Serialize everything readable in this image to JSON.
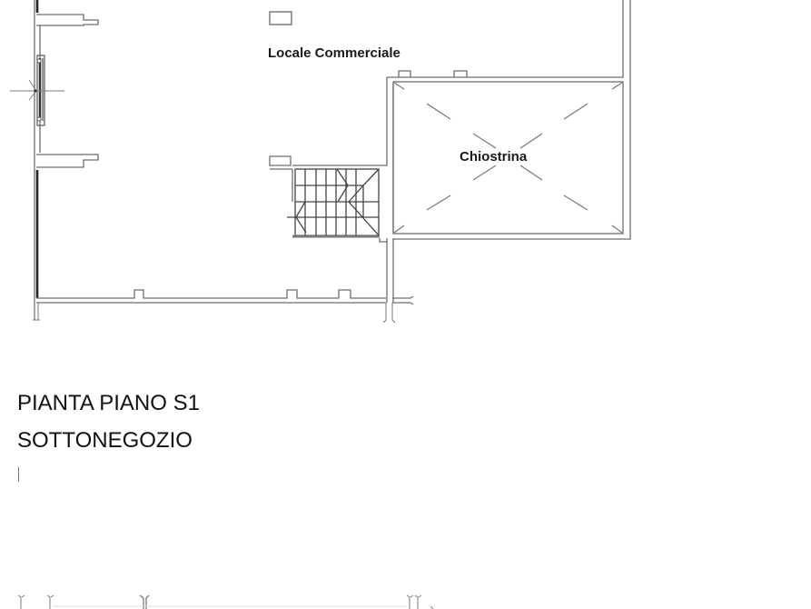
{
  "plan": {
    "rooms": [
      {
        "name": "locale-commerciale",
        "label": "Locale Commerciale"
      },
      {
        "name": "chiostrina",
        "label": "Chiostrina"
      }
    ]
  },
  "title": {
    "line1": "PIANTA PIANO S1",
    "line2": "SOTTONEGOZIO"
  },
  "colors": {
    "background": "#ffffff",
    "wall": "#6e6e6e",
    "text": "#111111"
  }
}
